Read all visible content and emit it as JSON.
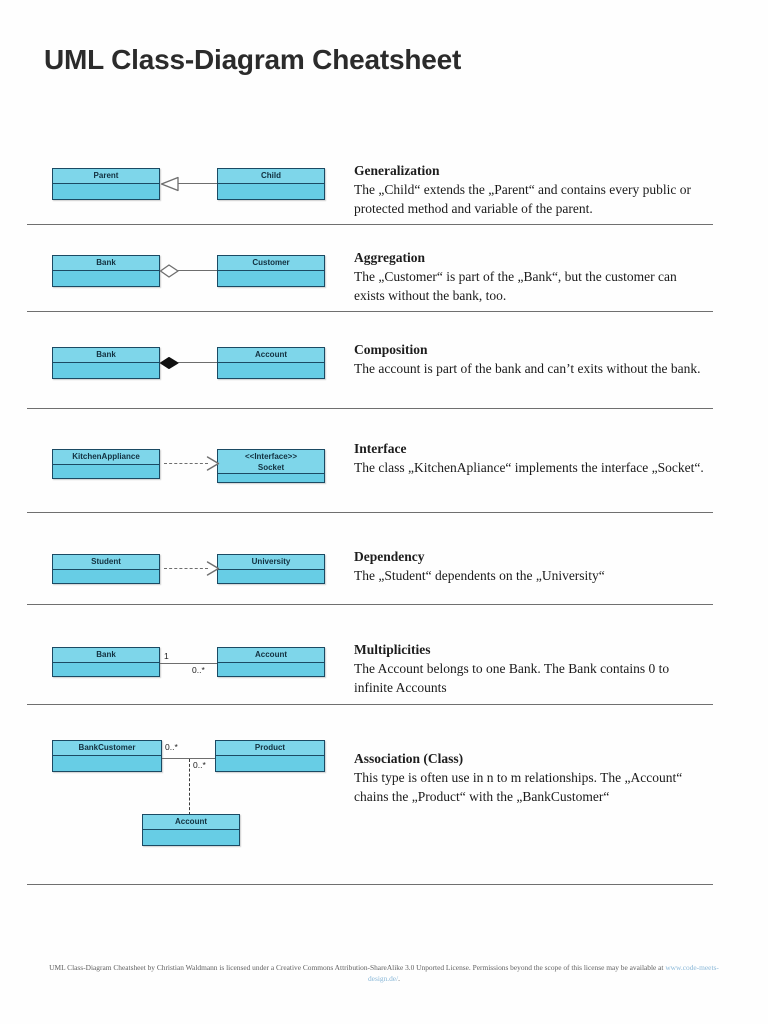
{
  "document": {
    "title": "UML Class-Diagram Cheatsheet"
  },
  "colors": {
    "box_fill": "#67cde5",
    "box_header_fill": "#7ed6ea",
    "box_border": "#1b4a63",
    "connector": "#6e6e6e",
    "separator": "#6f6f6f",
    "link": "#8ab8d8",
    "title_text": "#2b2b2b"
  },
  "sections": [
    {
      "id": "generalization",
      "title": "Generalization",
      "body": "The „Child“ extends the „Parent“ and contains every public or protected method and variable of the parent.",
      "diagram": {
        "type": "generalization",
        "left_class": "Parent",
        "right_class": "Child",
        "connector": "solid-line",
        "arrowhead": "hollow-triangle",
        "arrow_points_to": "Parent"
      }
    },
    {
      "id": "aggregation",
      "title": "Aggregation",
      "body": "The „Customer“ is part of the „Bank“, but the customer can exists without the bank, too.",
      "diagram": {
        "type": "aggregation",
        "left_class": "Bank",
        "right_class": "Customer",
        "connector": "solid-line",
        "arrowhead": "hollow-diamond",
        "arrow_points_to": "Bank"
      }
    },
    {
      "id": "composition",
      "title": "Composition",
      "body": "The account is part of the bank and can’t exits without the bank.",
      "diagram": {
        "type": "composition",
        "left_class": "Bank",
        "right_class": "Account",
        "connector": "solid-line",
        "arrowhead": "filled-diamond",
        "arrow_points_to": "Bank"
      }
    },
    {
      "id": "interface",
      "title": "Interface",
      "body": "The class „KitchenApliance“ implements the interface „Socket“.",
      "diagram": {
        "type": "interface",
        "left_class": "KitchenAppliance",
        "right_class_stereotype": "<<Interface>>",
        "right_class": "Socket",
        "connector": "dashed-line",
        "arrowhead": "open-arrow",
        "arrow_points_to": "Socket"
      }
    },
    {
      "id": "dependency",
      "title": "Dependency",
      "body": "The „Student“ dependents on the „University“",
      "diagram": {
        "type": "dependency",
        "left_class": "Student",
        "right_class": "University",
        "connector": "dashed-line",
        "arrowhead": "open-arrow",
        "arrow_points_to": "University"
      }
    },
    {
      "id": "multiplicities",
      "title": "Multiplicities",
      "body": "The Account belongs to one Bank. The Bank contains 0 to infinite Accounts",
      "diagram": {
        "type": "multiplicities",
        "left_class": "Bank",
        "right_class": "Account",
        "connector": "solid-line",
        "left_multiplicity": "1",
        "right_multiplicity": "0..*"
      }
    },
    {
      "id": "association-class",
      "title": "Association (Class)",
      "body": "This type is often use in n to m relationships. The „Account“  chains the „Product“ with the „BankCustomer“",
      "diagram": {
        "type": "association-class",
        "left_class": "BankCustomer",
        "right_class": "Product",
        "association_class": "Account",
        "connector": "solid-line",
        "link_connector": "dashed-line",
        "left_multiplicity": "0..*",
        "right_multiplicity": "0..*"
      }
    }
  ],
  "footer": {
    "line1_before_link": "UML Class-Diagram Cheatsheet by Christian Waldmann is licensed under a Creative Commons Attribution-ShareAlike 3.0 Unported License. Permissions beyond the scope of this license may be available at ",
    "link_text": "www.code-meets-design.de/",
    "line1_after_link": "."
  }
}
